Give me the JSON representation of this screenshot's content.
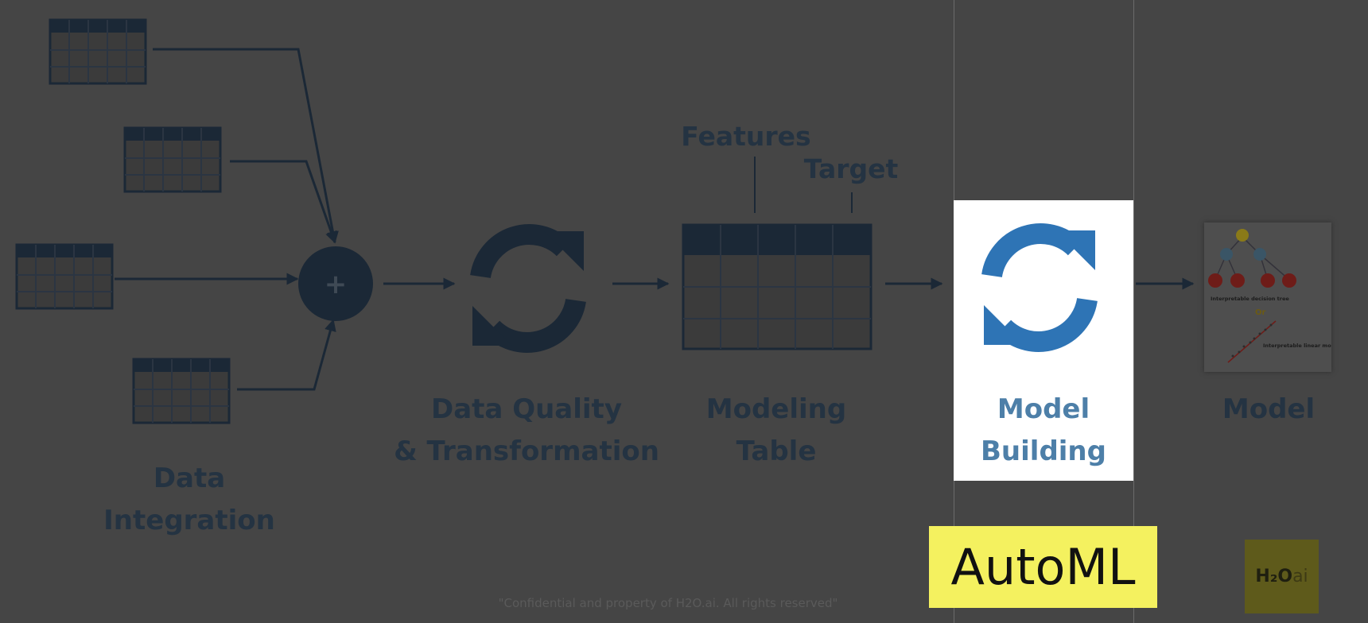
{
  "steps": {
    "integration": "Data\nIntegration",
    "quality": "Data Quality\n& Transformation",
    "table": "Modeling\nTable",
    "building": "Model\nBuilding",
    "model": "Model"
  },
  "table_labels": {
    "features": "Features",
    "target": "Target"
  },
  "merge_symbol": "+",
  "model_card": {
    "tree_label": "Interpretable decision tree",
    "or_label": "Or",
    "linear_label": "Interpretable linear model"
  },
  "automl_badge": "AutoML",
  "logo": {
    "h2o": "H₂O",
    "ai": "ai"
  },
  "footer": "\"Confidential and property of H2O.ai. All rights reserved\"",
  "colors": {
    "background": "#454545",
    "shape_dark": "#1b2836",
    "label_dark": "#243342",
    "refresh_blue": "#2e74b5",
    "highlight_yellow": "#f4f15f"
  }
}
